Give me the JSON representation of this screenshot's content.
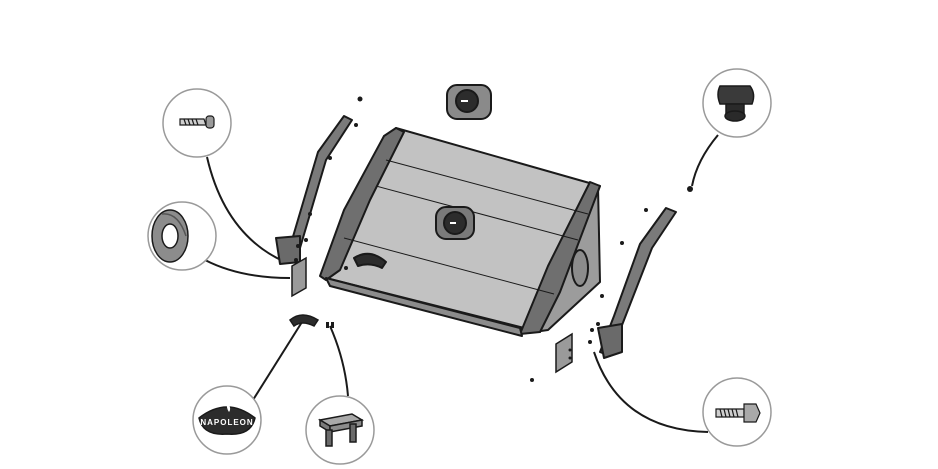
{
  "diagram": {
    "brand_label": "NAPOLEON"
  },
  "colors": {
    "outline": "#1a1a1a",
    "lid_fill": "#b9b9b9",
    "lid_dark": "#8c8c8c",
    "trim_fill": "#6f6f6f",
    "bracket_fill": "#9a9a9a",
    "detail_bg": "#ffffff",
    "detail_border": "#9a9a9a"
  },
  "parts": [
    {
      "name": "screw",
      "icon": "screw-icon"
    },
    {
      "name": "lock-washer",
      "icon": "washer-icon"
    },
    {
      "name": "napoleon-logo",
      "icon": "logo-badge-icon"
    },
    {
      "name": "bracket-clip",
      "icon": "clip-icon"
    },
    {
      "name": "rubber-bumper",
      "icon": "bumper-icon"
    },
    {
      "name": "hex-bolt",
      "icon": "bolt-icon"
    },
    {
      "name": "temperature-gauge",
      "icon": "gauge-icon"
    },
    {
      "name": "lid-handle-bar",
      "icon": "handle-icon"
    },
    {
      "name": "lid-hinge-bracket",
      "icon": "hinge-icon"
    },
    {
      "name": "grill-lid",
      "icon": "lid-icon"
    }
  ]
}
